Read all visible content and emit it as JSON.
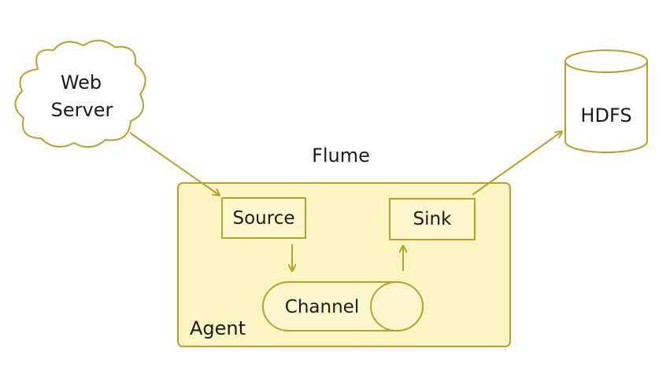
{
  "colors": {
    "stroke": "#b8a12a",
    "agent_fill": "#fdf5c4",
    "box_fill": "#fef8cc",
    "white": "#ffffff",
    "text": "#1a1a1a"
  },
  "web_server": {
    "line1": "Web",
    "line2": "Server",
    "shape": "cloud-icon"
  },
  "hdfs": {
    "label": "HDFS",
    "shape": "cylinder-icon"
  },
  "flume": {
    "label": "Flume"
  },
  "agent": {
    "label": "Agent",
    "source": "Source",
    "sink": "Sink",
    "channel": "Channel"
  }
}
